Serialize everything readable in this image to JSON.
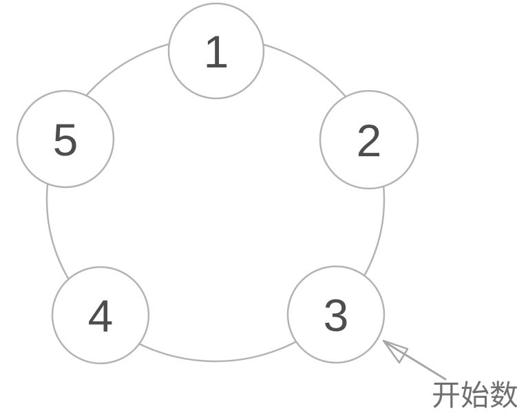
{
  "diagram": {
    "nodes": [
      {
        "label": "1"
      },
      {
        "label": "2"
      },
      {
        "label": "3"
      },
      {
        "label": "4"
      },
      {
        "label": "5"
      }
    ],
    "annotation": {
      "label": "开始数"
    },
    "colors": {
      "background": "#ffffff",
      "circle_stroke": "#b3b3b3",
      "number_text": "#4d4d4d",
      "annotation_text": "#6f6f6f",
      "arrow": "#a6a6a6"
    }
  }
}
